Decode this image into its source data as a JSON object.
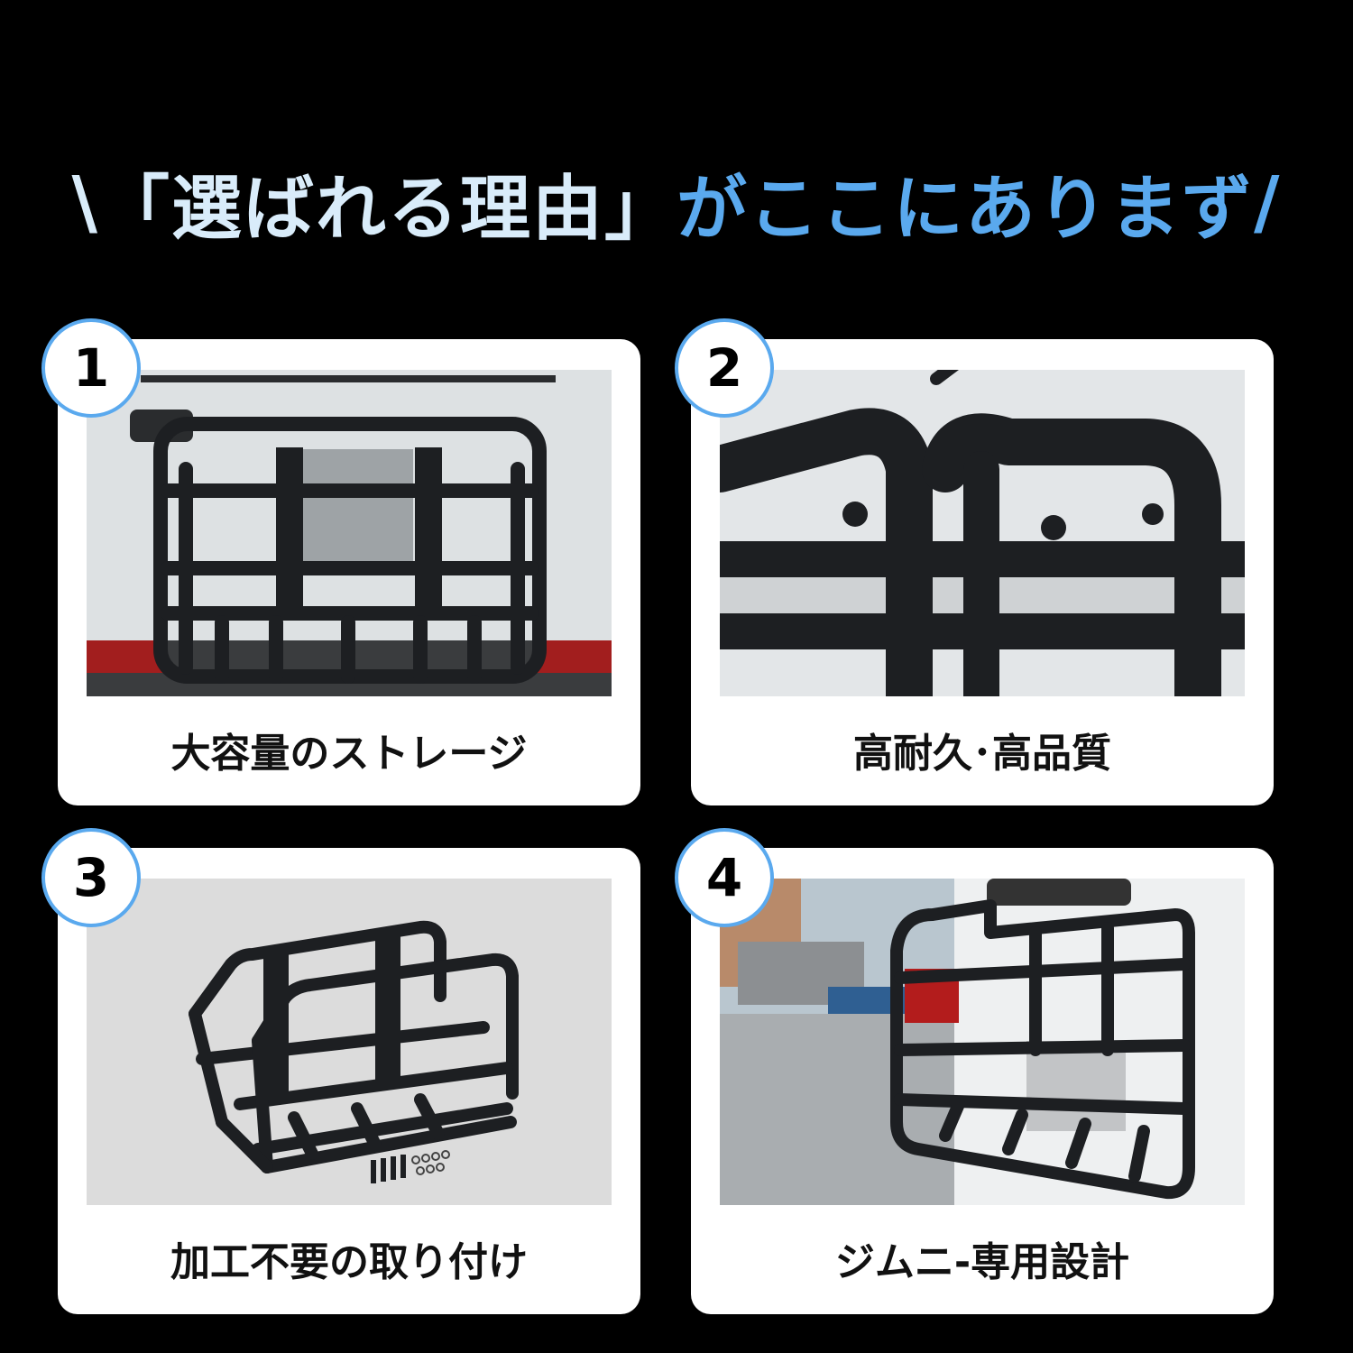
{
  "headline": {
    "slash_left": "\\",
    "quoted": "「選ばれる理由」",
    "rest": "がここにありまず",
    "slash_right": "/"
  },
  "colors": {
    "background": "#000000",
    "accent_blue": "#5aa9ee",
    "headline_light": "#d9ecfa",
    "card": "#ffffff",
    "rack": "#1d1f22"
  },
  "features": [
    {
      "number": "1",
      "caption": "大容量のストレージ"
    },
    {
      "number": "2",
      "caption": "高耐久･高品質"
    },
    {
      "number": "3",
      "caption": "加工不要の取り付け"
    },
    {
      "number": "4",
      "caption": "ジムニ-専用設計"
    }
  ]
}
